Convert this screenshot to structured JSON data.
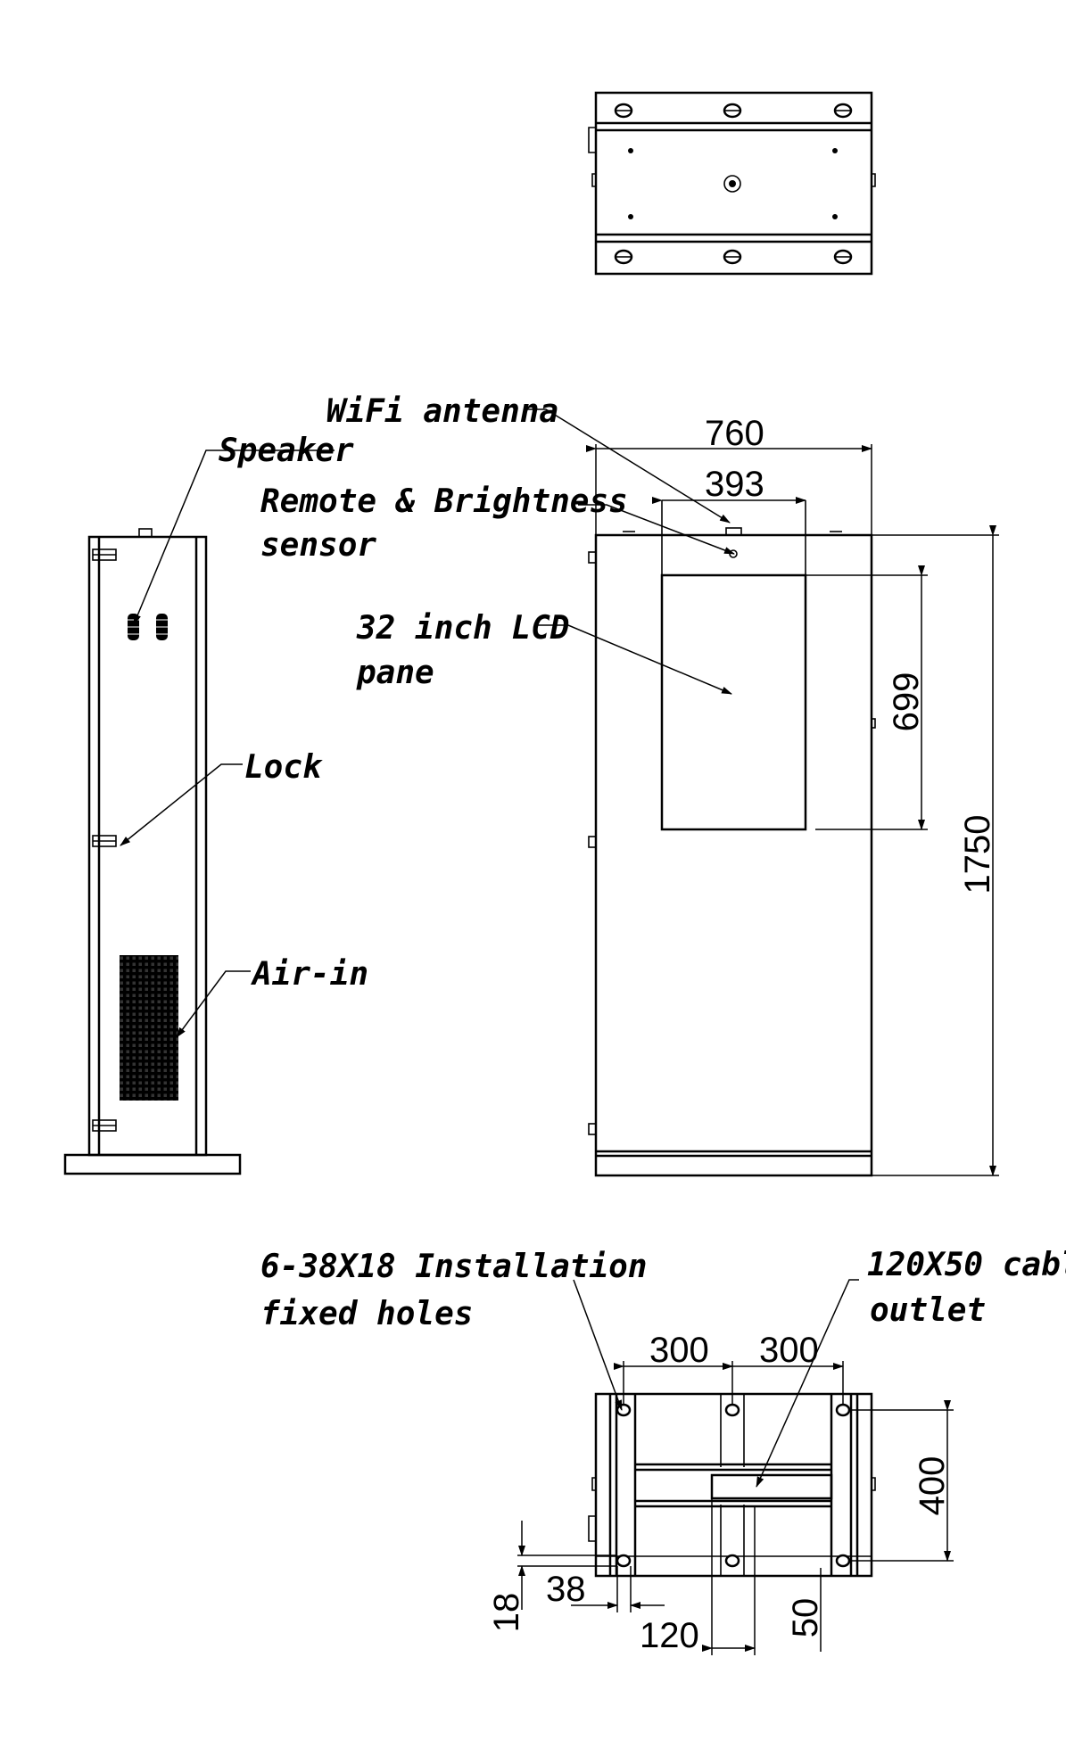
{
  "labels": {
    "wifi_antenna": "WiFi antenna",
    "speaker": "Speaker",
    "remote_line1": "Remote & Brightness",
    "remote_line2": "sensor",
    "lcd_line1": "32 inch LCD",
    "lcd_line2": "pane",
    "lock": "Lock",
    "air_in": "Air-in",
    "holes_line1": "6-38X18 Installation",
    "holes_line2": "fixed holes",
    "cable_line1": "120X50 cabl",
    "cable_line2": "outlet"
  },
  "dimensions": {
    "width_total": "760",
    "screen_width": "393",
    "screen_height": "699",
    "height_total": "1750",
    "hole_spacing_left": "300",
    "hole_spacing_right": "300",
    "hole_depth_spacing": "400",
    "hole_length": "38",
    "hole_width": "18",
    "cable_width": "120",
    "cable_depth": "50"
  }
}
